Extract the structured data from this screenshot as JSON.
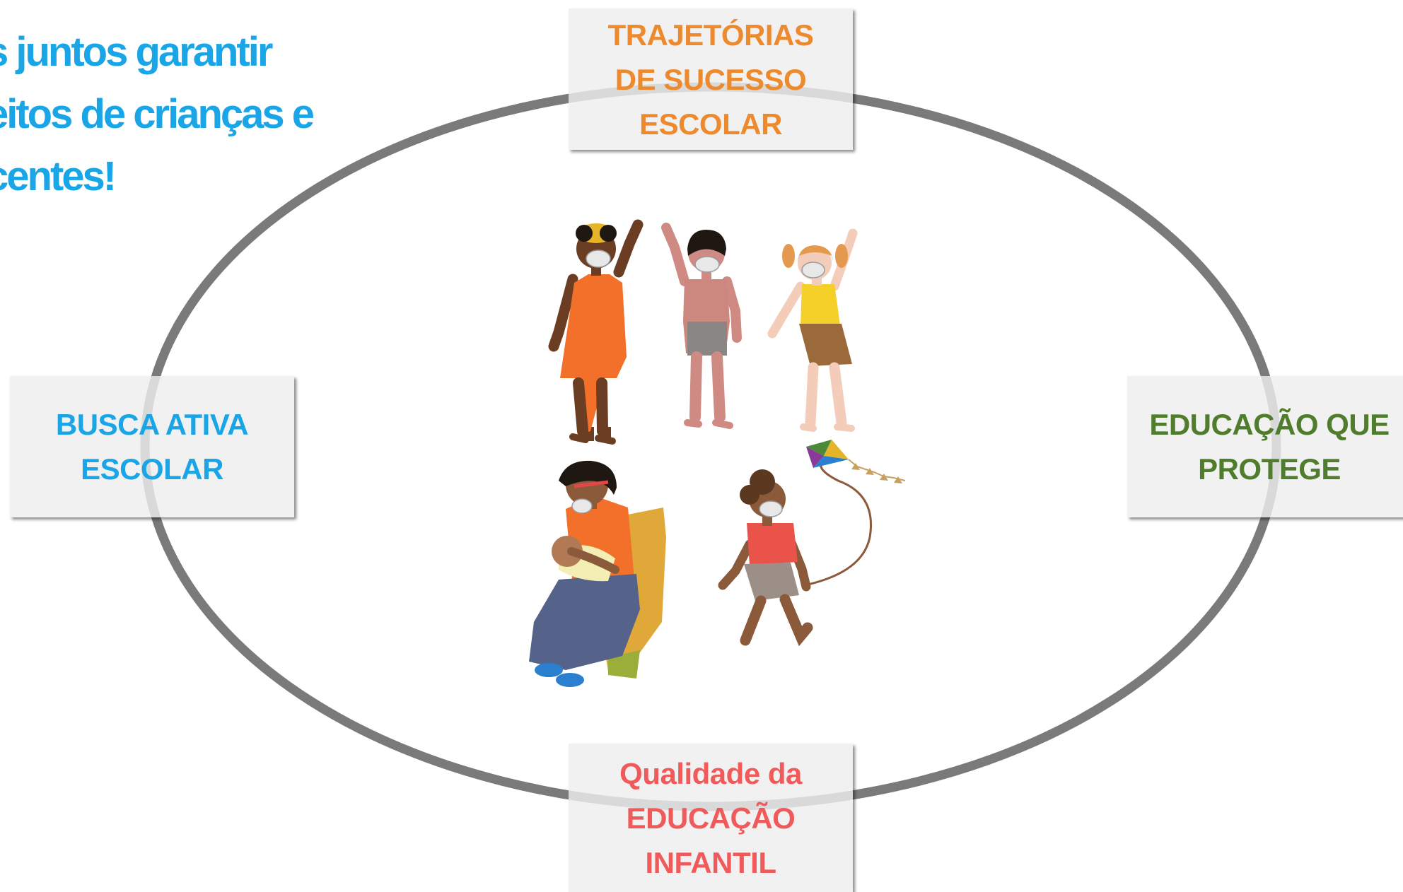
{
  "headline": {
    "lines": [
      "s juntos garantir",
      "eitos de crianças e",
      "centes!"
    ],
    "color": "#1aa5e6"
  },
  "nodes": {
    "top": {
      "lines": [
        "TRAJETÓRIAS",
        "DE SUCESSO",
        "ESCOLAR"
      ],
      "color": "#ee8a2e"
    },
    "left": {
      "lines": [
        "BUSCA ATIVA",
        "ESCOLAR"
      ],
      "color": "#1aa5e6"
    },
    "right": {
      "lines": [
        "EDUCAÇÃO QUE",
        "PROTEGE"
      ],
      "color": "#4f7d2d"
    },
    "bottom": {
      "lines": [
        "Qualidade da",
        "EDUCAÇÃO",
        "INFANTIL"
      ],
      "color": "#f15a5a"
    }
  },
  "illustration": {
    "icon": "children-and-family-illustration",
    "figures": [
      "girl-orange-dress",
      "child-waving",
      "girl-yellow-top",
      "mother-breastfeeding",
      "child-with-kite"
    ]
  },
  "colors": {
    "ring": "#7a7a7a",
    "box_bg": "#eeeeee"
  }
}
